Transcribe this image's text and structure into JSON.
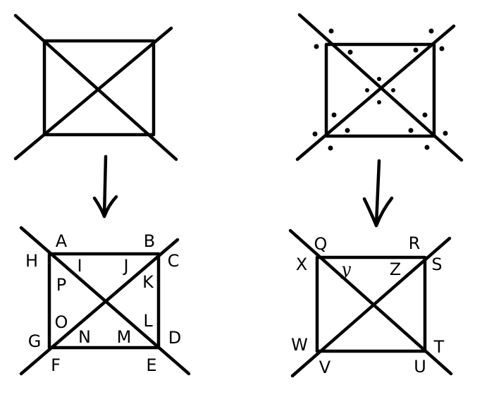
{
  "colors": {
    "ink": "#000000",
    "background": "#ffffff"
  },
  "left_bottom_labels": {
    "A": "A",
    "B": "B",
    "C": "C",
    "D": "D",
    "E": "E",
    "F": "F",
    "G": "G",
    "H": "H",
    "I": "I",
    "J": "J",
    "K": "K",
    "L": "L",
    "M": "M",
    "N": "N",
    "O": "O",
    "P": "P"
  },
  "right_bottom_labels": {
    "Q": "Q",
    "R": "R",
    "S": "S",
    "T": "T",
    "U": "U",
    "V": "V",
    "W": "W",
    "X": "X",
    "Y": "y",
    "Z": "Z"
  }
}
